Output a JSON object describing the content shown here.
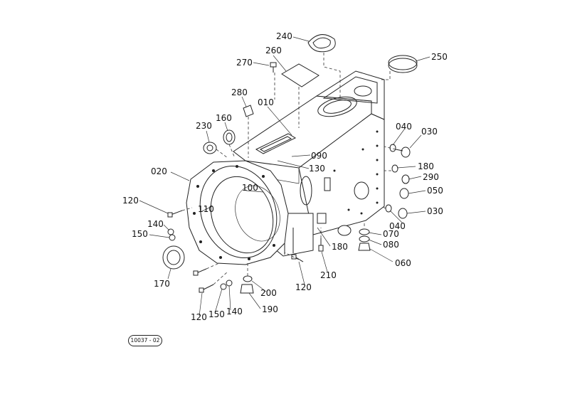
{
  "labels": {
    "p240": "240",
    "p250": "250",
    "p260": "260",
    "p270": "270",
    "p280": "280",
    "p010": "010",
    "p160": "160",
    "p230": "230",
    "p040a": "040",
    "p030a": "030",
    "p090": "090",
    "p180a": "180",
    "p130": "130",
    "p290": "290",
    "p020": "020",
    "p100": "100",
    "p050": "050",
    "p120a": "120",
    "p110": "110",
    "p030b": "030",
    "p040b": "040",
    "p140a": "140",
    "p150a": "150",
    "p070": "070",
    "p080": "080",
    "p180b": "180",
    "p060": "060",
    "p170": "170",
    "p210": "210",
    "p200": "200",
    "p120b": "120",
    "p190": "190",
    "p120c": "120",
    "p150b": "150",
    "p140b": "140"
  },
  "doc_code": "10037 - 02"
}
